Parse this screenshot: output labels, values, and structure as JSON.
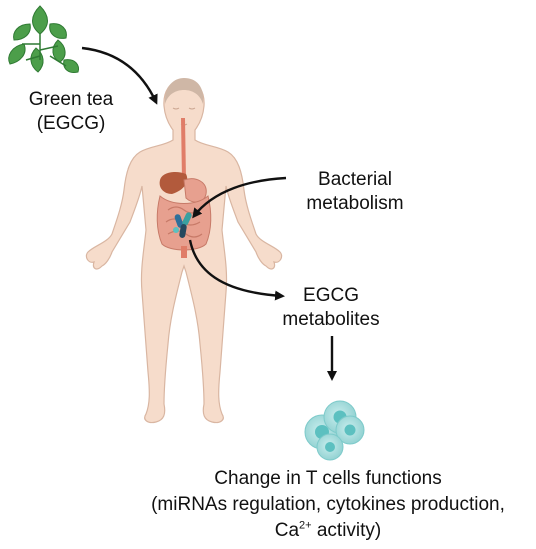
{
  "labels": {
    "green_tea_line1": "Green tea",
    "green_tea_line2": "(EGCG)",
    "bacterial_line1": "Bacterial",
    "bacterial_line2": "metabolism",
    "metabolites_line1": "EGCG",
    "metabolites_line2": "metabolites",
    "tcell_line1": "Change in T cells functions",
    "tcell_line2": "(miRNAs regulation, cytokines production,",
    "tcell_line3_prefix": "Ca",
    "tcell_line3_sup": "2+",
    "tcell_line3_suffix": " activity)"
  },
  "icons": {
    "leaves": "green-tea-leaves-icon",
    "body": "human-body-icon",
    "cells": "t-cells-icon"
  },
  "colors": {
    "skin": "#f6dccb",
    "skin_stroke": "#d9b6a2",
    "leaf": "#4c9e4a",
    "leaf_dark": "#2f7a33",
    "intestine": "#e7a08f",
    "liver": "#b25a3c",
    "cell": "#a7dcdc",
    "cell_nucleus": "#5cc0c0",
    "arrow": "#111111"
  }
}
